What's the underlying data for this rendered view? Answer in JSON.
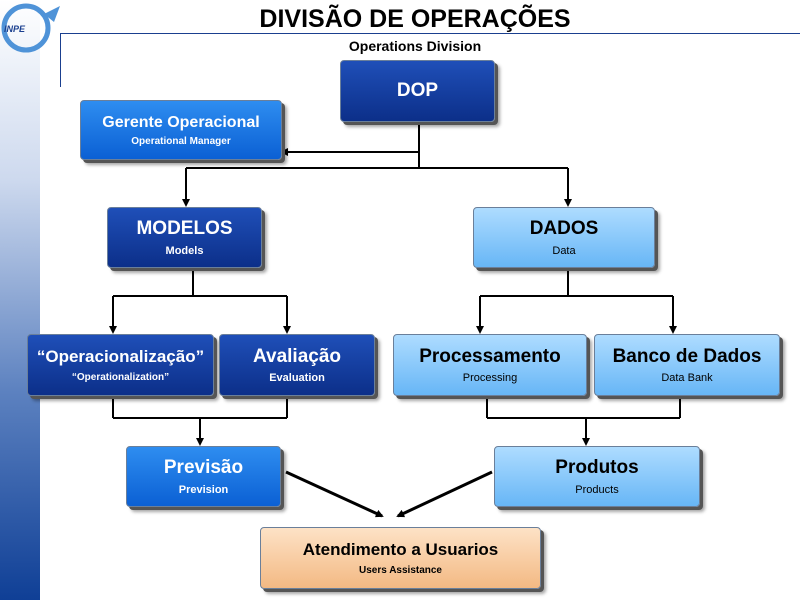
{
  "header": {
    "logo_label": "INPE",
    "title": "DIVISÃO DE OPERAÇÕES",
    "subtitle": "Operations Division"
  },
  "nodes": {
    "dop": {
      "label": "DOP"
    },
    "gerente": {
      "label": "Gerente Operacional",
      "sublabel": "Operational Manager"
    },
    "modelos": {
      "label": "MODELOS",
      "sublabel": "Models"
    },
    "dados": {
      "label": "DADOS",
      "sublabel": "Data"
    },
    "operacionalizacao": {
      "label": "“Operacionalização”",
      "sublabel": "“Operationalization”"
    },
    "avaliacao": {
      "label": "Avaliação",
      "sublabel": "Evaluation"
    },
    "processamento": {
      "label": "Processamento",
      "sublabel": "Processing"
    },
    "banco": {
      "label": "Banco de Dados",
      "sublabel": "Data Bank"
    },
    "previsao": {
      "label": "Previsão",
      "sublabel": "Prevision"
    },
    "produtos": {
      "label": "Produtos",
      "sublabel": "Products"
    },
    "atendimento": {
      "label": "Atendimento a Usuarios",
      "sublabel": "Users Assistance"
    }
  },
  "colors": {
    "dark_blue": "#0c2f89",
    "mid_blue": "#0b60d4",
    "light_blue": "#8ccaf9",
    "cream": "#f8cfa5"
  }
}
